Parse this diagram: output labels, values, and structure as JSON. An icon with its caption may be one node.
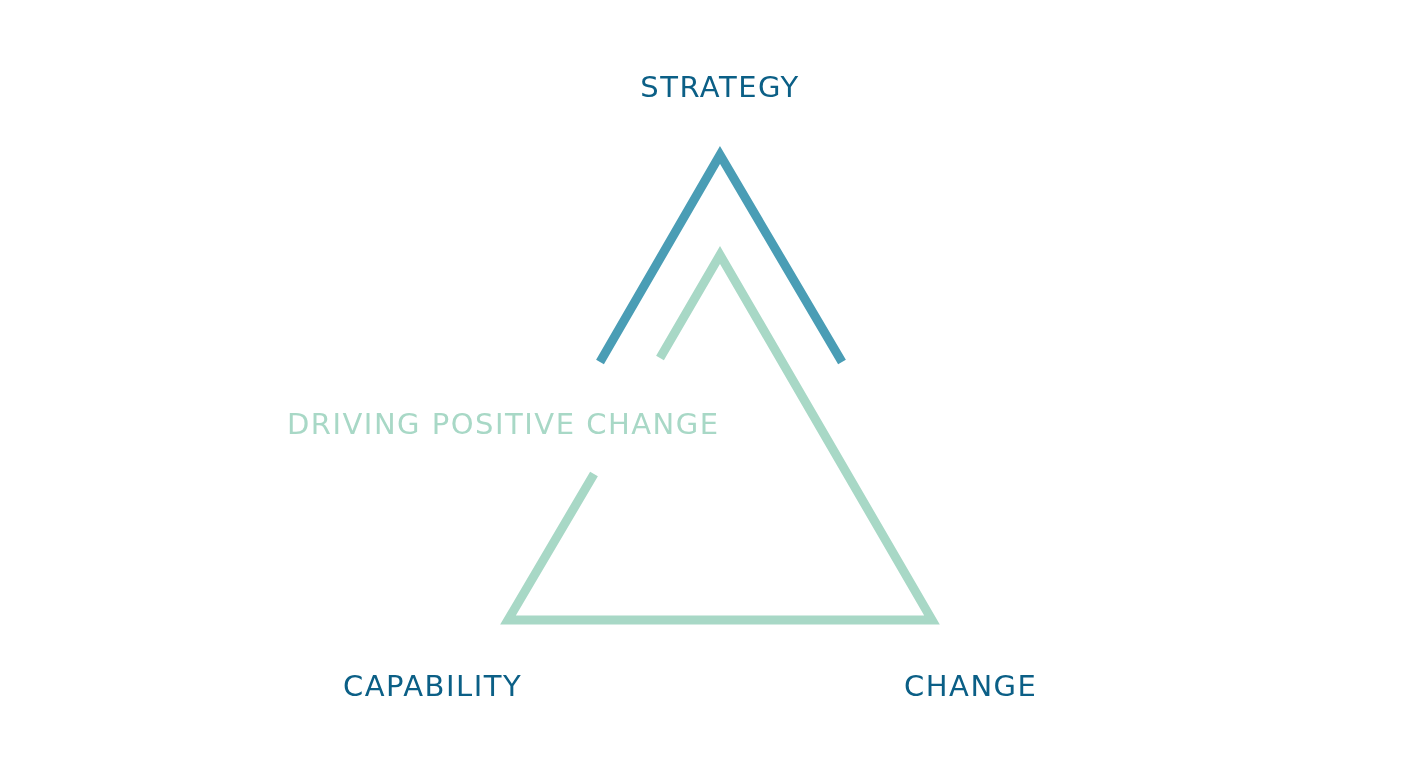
{
  "diagram": {
    "labels": [
      "STRATEGY",
      "DRIVING POSITIVE CHANGE",
      "CAPABILITY",
      "CHANGE"
    ]
  }
}
